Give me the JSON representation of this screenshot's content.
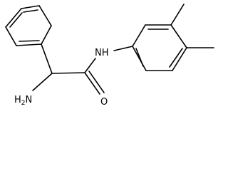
{
  "molecule": {
    "atom_labels": {
      "nh": "NH",
      "o": "O",
      "h2n": "H2N"
    }
  }
}
